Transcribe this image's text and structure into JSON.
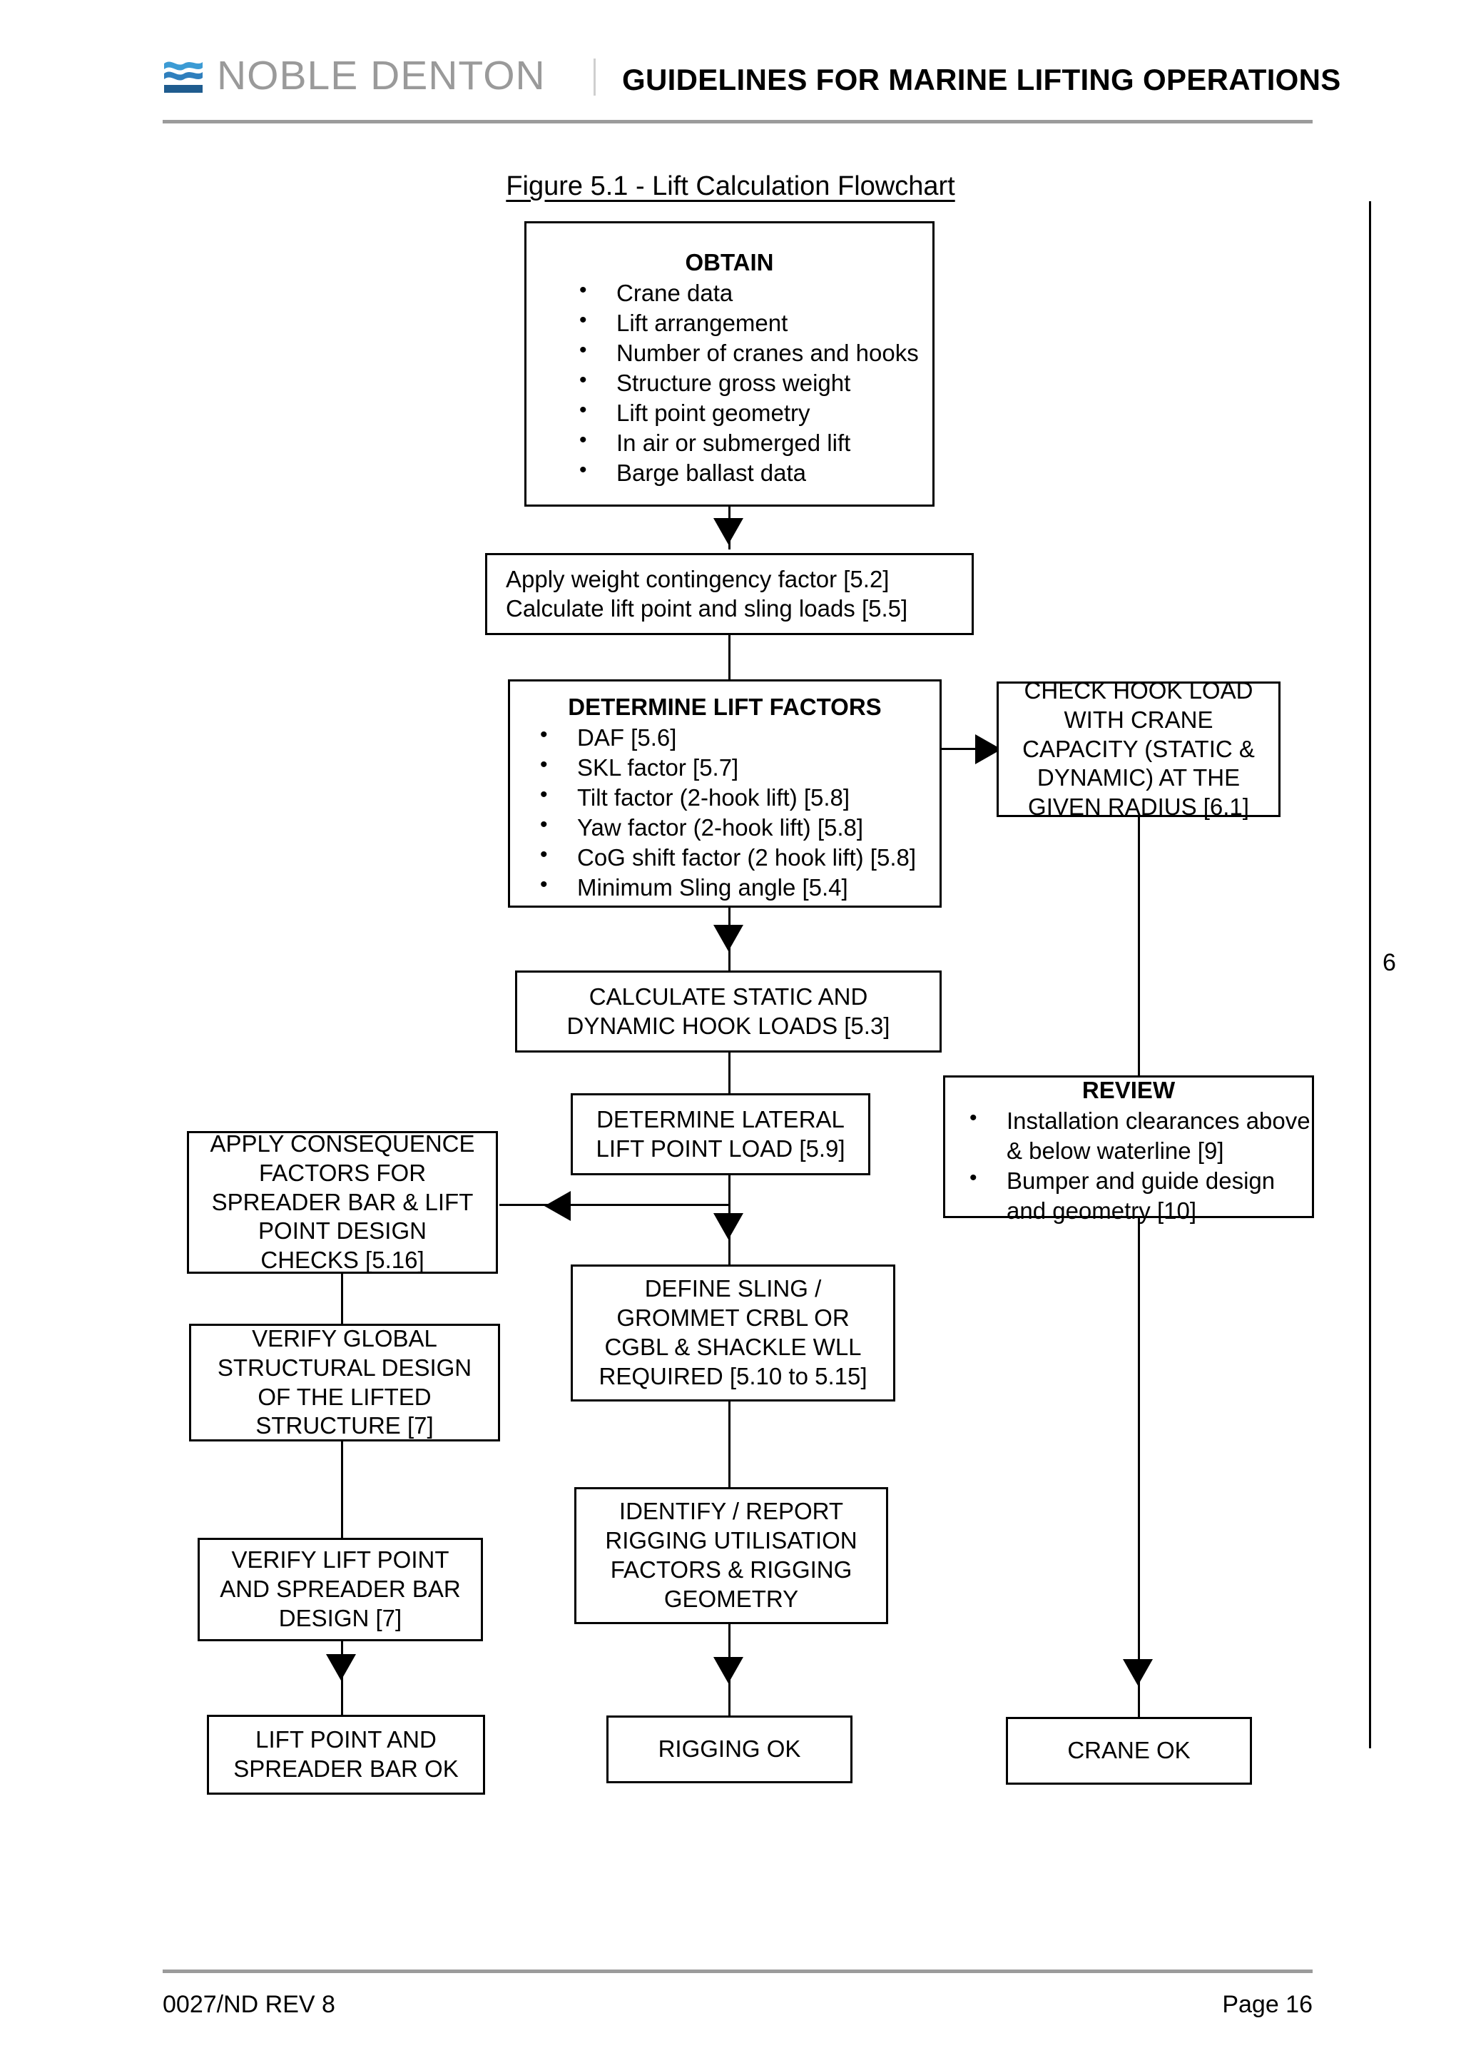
{
  "header": {
    "logo_text": "NOBLE DENTON",
    "logo_icon": "wave-mark-icon",
    "title": "GUIDELINES FOR MARINE LIFTING OPERATIONS"
  },
  "figure": {
    "caption": "Figure 5.1 - Lift Calculation Flowchart"
  },
  "change_bar": {
    "number": "6"
  },
  "footer": {
    "document_ref": "0027/ND REV 8",
    "page": "Page 16"
  },
  "flowchart": {
    "obtain": {
      "title": "OBTAIN",
      "items": [
        "Crane data",
        "Lift arrangement",
        "Number of cranes and hooks",
        "Structure gross weight",
        "Lift point geometry",
        "In air or submerged lift",
        "Barge ballast data"
      ]
    },
    "apply_contingency": {
      "line1": "Apply weight contingency factor [5.2]",
      "line2": "Calculate lift point and sling loads [5.5]"
    },
    "determine_factors": {
      "title": "DETERMINE LIFT FACTORS",
      "items": [
        "DAF [5.6]",
        "SKL factor  [5.7]",
        "Tilt factor (2-hook lift) [5.8]",
        "Yaw factor (2-hook lift) [5.8]",
        "CoG  shift factor (2 hook lift) [5.8]",
        "Minimum Sling angle [5.4]"
      ]
    },
    "check_hook_load": {
      "lines": [
        "CHECK HOOK LOAD",
        "WITH CRANE",
        "CAPACITY (STATIC &",
        "DYNAMIC) AT THE",
        "GIVEN RADIUS [6.1]"
      ]
    },
    "calculate_hook_loads": {
      "lines": [
        "CALCULATE STATIC AND",
        "DYNAMIC HOOK LOADS [5.3]"
      ]
    },
    "determine_lateral": {
      "lines": [
        "DETERMINE LATERAL",
        "LIFT POINT LOAD [5.9]"
      ]
    },
    "review": {
      "title": "REVIEW",
      "items": [
        "Installation clearances above & below waterline [9]",
        "Bumper and guide design and geometry [10]"
      ]
    },
    "apply_consequence": {
      "lines": [
        "APPLY CONSEQUENCE",
        "FACTORS FOR",
        "SPREADER BAR & LIFT",
        "POINT DESIGN",
        "CHECKS [5.16]"
      ]
    },
    "verify_global": {
      "lines": [
        "VERIFY GLOBAL",
        "STRUCTURAL DESIGN",
        "OF THE LIFTED",
        "STRUCTURE [7]"
      ]
    },
    "verify_lift_point": {
      "lines": [
        "VERIFY LIFT POINT",
        "AND SPREADER BAR",
        "DESIGN [7]"
      ]
    },
    "lift_point_ok": {
      "lines": [
        "LIFT POINT AND",
        "SPREADER BAR OK"
      ]
    },
    "define_sling": {
      "lines": [
        "DEFINE SLING /",
        "GROMMET CRBL OR",
        "CGBL & SHACKLE WLL",
        "REQUIRED [5.10 to 5.15]"
      ]
    },
    "identify_report": {
      "lines": [
        "IDENTIFY / REPORT",
        "RIGGING UTILISATION",
        "FACTORS & RIGGING",
        "GEOMETRY"
      ]
    },
    "rigging_ok": {
      "lines": [
        "RIGGING OK"
      ]
    },
    "crane_ok": {
      "lines": [
        "CRANE OK"
      ]
    }
  }
}
